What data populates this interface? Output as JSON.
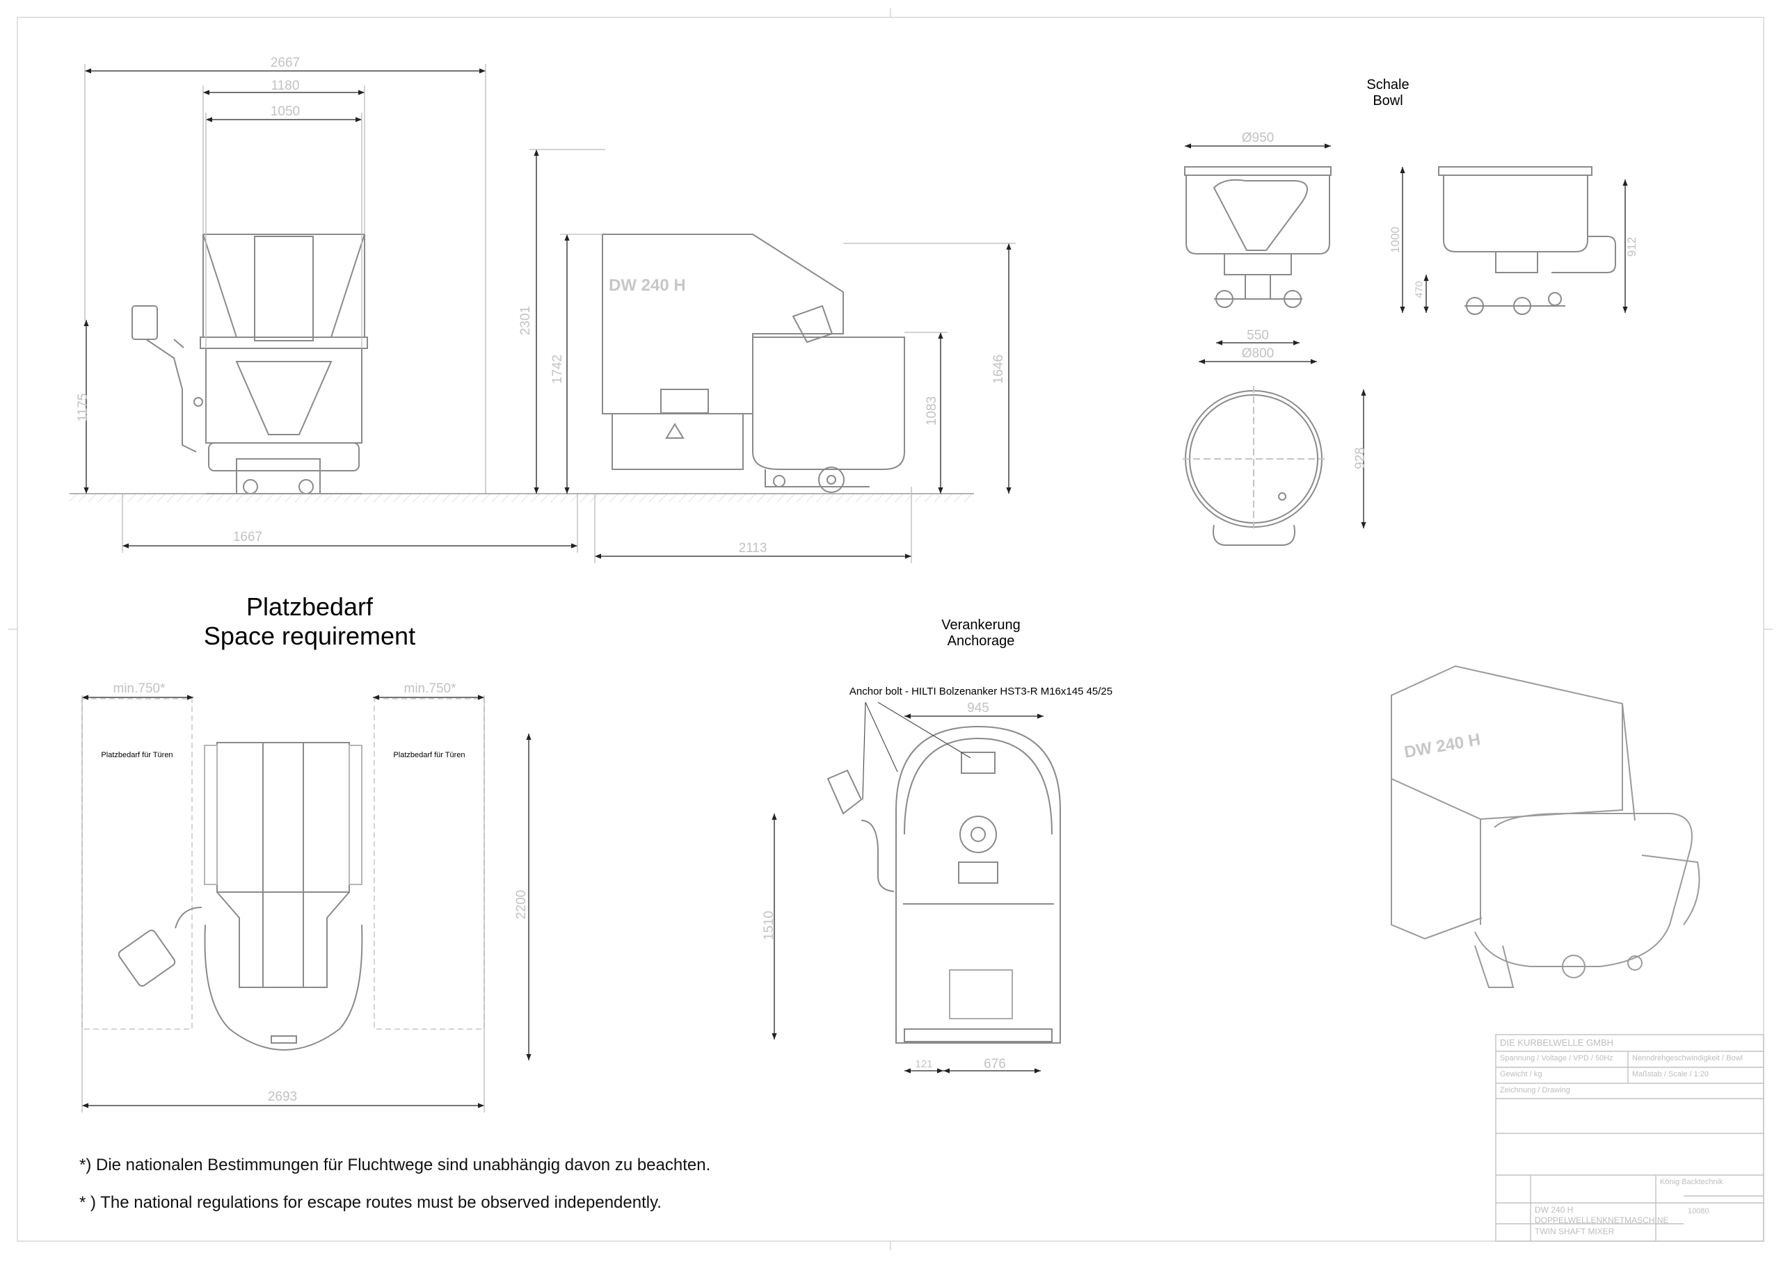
{
  "headings": {
    "bowl_de": "Schale",
    "bowl_en": "Bowl",
    "space_de": "Platzbedarf",
    "space_en": "Space requirement",
    "anchor_de": "Verankerung",
    "anchor_en": "Anchorage",
    "anchor_bolt": "Anchor bolt - HILTI Bolzenanker HST3-R M16x145 45/25"
  },
  "door_space_left": "Platzbedarf für Türen",
  "door_space_right": "Platzbedarf für Türen",
  "machine_badge": "DW 240 H",
  "dims": {
    "front_width_total": "2667",
    "front_width_mid": "1180",
    "front_width_inner": "1050",
    "front_height_panel": "1175",
    "front_base": "1667",
    "side_height_total": "2301",
    "side_height_body": "1742",
    "side_height_right": "1646",
    "side_height_bowl": "1083",
    "side_depth": "2113",
    "bowl_dia_top": "Ø950",
    "bowl_height_a": "1000",
    "bowl_height_b": "912",
    "bowl_wheel_h": "470",
    "bowl_wheel_track": "550",
    "bowl_base_w": "Ø800",
    "bowl_plan_dia": "928",
    "door_left": "min.750*",
    "door_right": "min.750*",
    "plan_length": "2200",
    "plan_width": "2693",
    "anchor_top": "945",
    "anchor_side": "1510",
    "anchor_bottom_a": "121",
    "anchor_bottom_b": "676"
  },
  "notes": {
    "de": "*)  Die nationalen Bestimmungen für Fluchtwege sind unabhängig davon zu beachten.",
    "en": "* ) The national regulations for escape routes must be observed independently."
  },
  "title_block": {
    "company": "DIE KURBELWELLE GMBH",
    "row1_left": "Spannung / Voltage / VPD / 50Hz",
    "row1_right": "Nenndrehgeschwindigkeit / Bowl",
    "row2_left": "Gewicht / kg",
    "row2_right": "Maßstab / Scale / 1:20",
    "row3": "Zeichnung / Drawing",
    "product_line1": "DW 240 H",
    "product_line2": "DOPPELWELLENKNETMASCHINE",
    "product_line3": "TWIN SHAFT MIXER",
    "approver": "König Backtechnik",
    "drawing_no": "10080"
  },
  "colors": {
    "line": "#6b6b6b",
    "line_light": "#9a9a9a",
    "dim": "#4a4a4a",
    "faint": "#c4c4c4"
  }
}
